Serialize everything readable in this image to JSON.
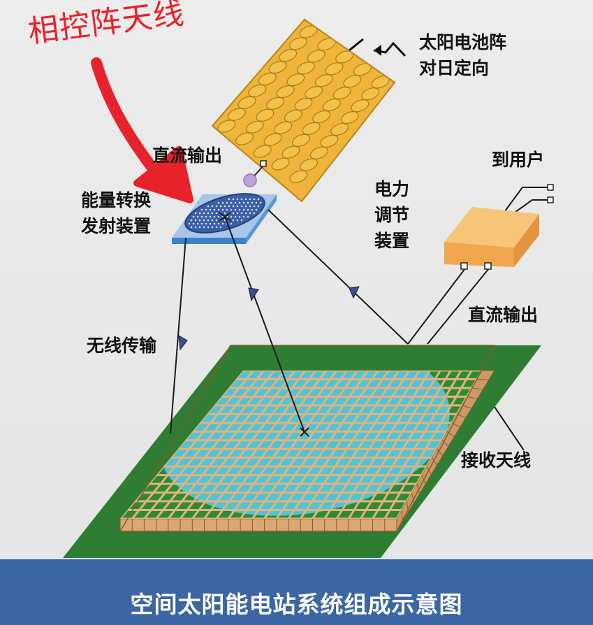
{
  "annotation": {
    "text": "相控阵天线"
  },
  "labels": {
    "solar_array": "太阳电池阵\n对日定向",
    "dc_output_top": "直流输出",
    "converter": "能量转换\n发射装置",
    "to_user": "到用户",
    "power_regulator": "电力\n调节\n装置",
    "wireless": "无线传输",
    "dc_output_right": "直流输出",
    "receiver": "接收天线"
  },
  "footer": {
    "title": "空间太阳能电站系统组成示意图"
  },
  "colors": {
    "annotation": "#e8222a",
    "footer_bg": "#3b66a3",
    "solar_panel": "#f0b43a",
    "receiver_ground": "#2e7d32",
    "receiver_ellipse": "#4fc3d9",
    "grid_wall": "#e3b27a",
    "regulator_box": "#f5b35c"
  },
  "icons": [
    "solar-panel-icon",
    "transmitter-icon",
    "regulator-box-icon",
    "receiving-antenna-icon",
    "pointer-arrow-icon"
  ]
}
